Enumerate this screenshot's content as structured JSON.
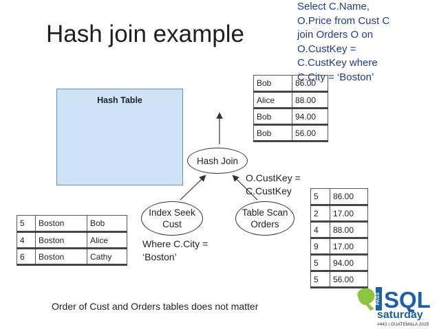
{
  "title": "Hash join example",
  "query_lines": [
    "Select C.Name,",
    "O.Price from Cust C",
    "join Orders O on",
    "O.CustKey =",
    "C.CustKey where",
    "C.City = ‘Boston’"
  ],
  "hash_table": {
    "title": "Hash Table"
  },
  "orders_result_table": [
    [
      "Bob",
      "86.00"
    ],
    [
      "Alice",
      "88.00"
    ],
    [
      "Bob",
      "94.00"
    ],
    [
      "Bob",
      "56.00"
    ]
  ],
  "operators": {
    "hash_join": "Hash Join",
    "index_seek": [
      "Index Seek",
      "Cust"
    ],
    "table_scan": [
      "Table Scan",
      "Orders"
    ]
  },
  "join_condition": [
    "O.CustKey =",
    "C.CustKey"
  ],
  "where_condition": [
    "Where C.City =",
    "‘Boston’"
  ],
  "cust_table": [
    [
      "5",
      "Boston",
      "Bob"
    ],
    [
      "4",
      "Boston",
      "Alice"
    ],
    [
      "6",
      "Boston",
      "Cathy"
    ]
  ],
  "orders_table": [
    [
      "5",
      "86.00"
    ],
    [
      "2",
      "17.00"
    ],
    [
      "4",
      "88.00"
    ],
    [
      "9",
      "17.00"
    ],
    [
      "5",
      "94.00"
    ],
    [
      "5",
      "56.00"
    ]
  ],
  "footer": "Order of Cust and Orders tables does not matter",
  "logo": {
    "text_main": "SQL",
    "text_pass": "PASS",
    "text_sub": "saturday",
    "text_event": "#443 | GUATEMALA 2015",
    "colors": {
      "green": "#8cc63f",
      "blue": "#1d5fa8",
      "dark": "#333333"
    }
  }
}
